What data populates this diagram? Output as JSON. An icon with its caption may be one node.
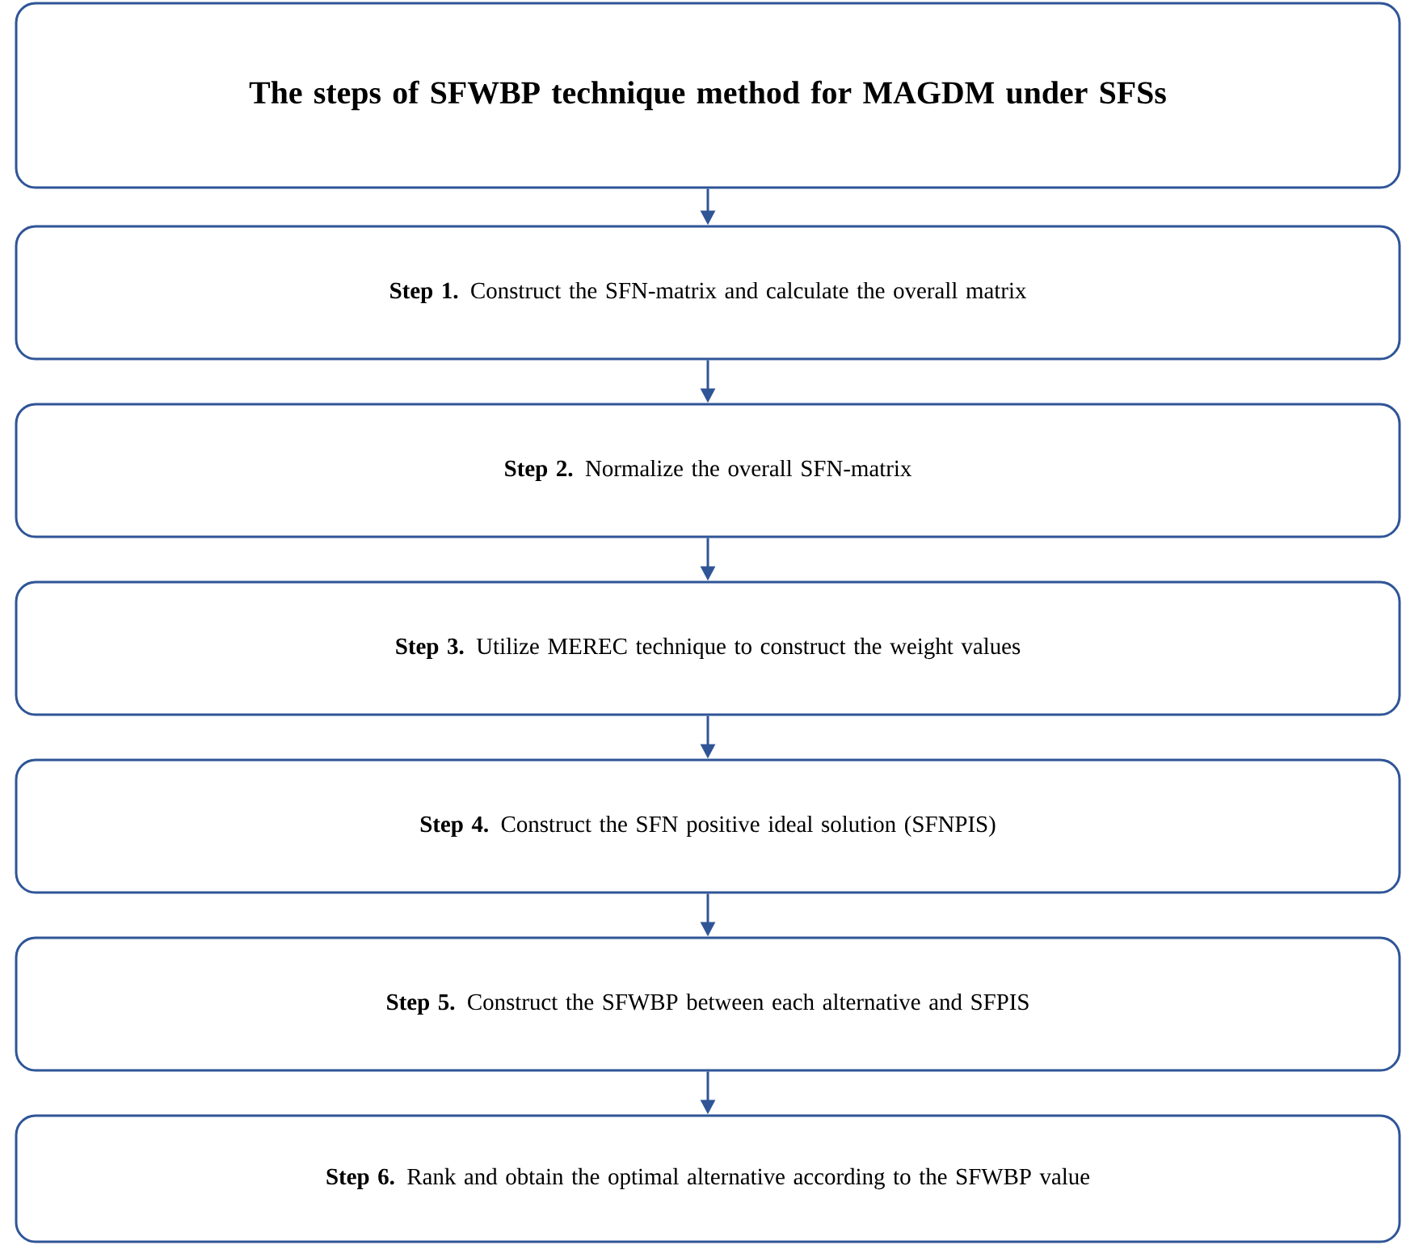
{
  "diagram": {
    "nodes": [
      {
        "text": [
          "The steps of SFWBP technique method for MAGDM under SFSs"
        ]
      },
      {
        "text": [
          "**Step 1.** Construct the SFN-matrix and calculate the overall matrix"
        ]
      },
      {
        "text": [
          "**Step 2.** Normalize the overall SFN-matrix"
        ]
      },
      {
        "text": [
          "**Step 3.** Utilize MEREC technique to construct the weight values"
        ]
      },
      {
        "text": [
          "**Step 4.** Construct the SFN positive ideal solution (SFNPIS)"
        ]
      },
      {
        "text": [
          "**Step 5.** Construct the SFWBP between each alternative and SFPIS"
        ]
      },
      {
        "text": [
          "**Step 6.** Rank and obtain the optimal alternative according to the SFWBP value"
        ]
      }
    ],
    "edges": [
      {
        "from": 0,
        "to": 1,
        "arrow": "to"
      },
      {
        "from": 1,
        "to": 2,
        "arrow": "to"
      },
      {
        "from": 2,
        "to": 3,
        "arrow": "to"
      },
      {
        "from": 3,
        "to": 4,
        "arrow": "to"
      },
      {
        "from": 4,
        "to": 5,
        "arrow": "to"
      },
      {
        "from": 5,
        "to": 6,
        "arrow": "to"
      }
    ]
  }
}
